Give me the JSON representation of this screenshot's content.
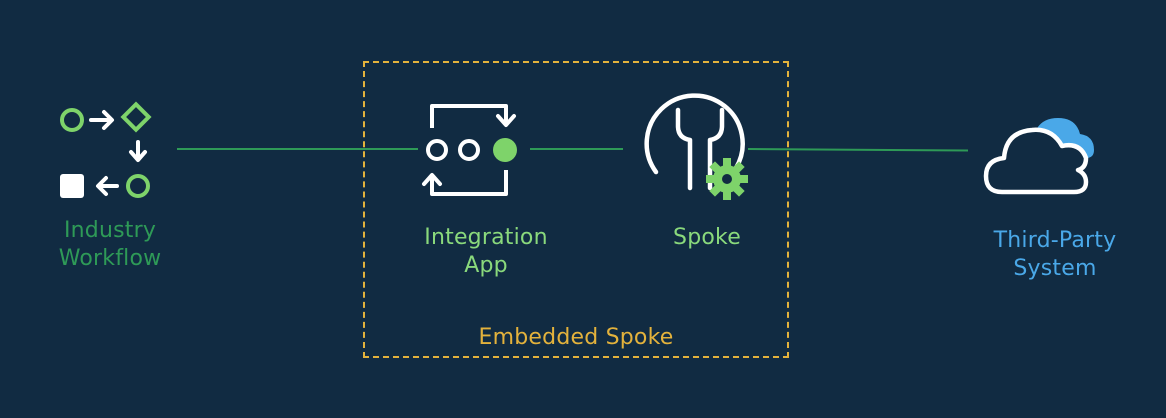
{
  "nodes": {
    "industry_workflow": {
      "line1": "Industry",
      "line2": "Workflow",
      "icon": "workflow-icon"
    },
    "integration_app": {
      "line1": "Integration",
      "line2": "App",
      "icon": "integration-app-icon"
    },
    "spoke": {
      "label": "Spoke",
      "icon": "wrench-gear-icon"
    },
    "third_party": {
      "line1": "Third-Party",
      "line2": "System",
      "icon": "cloud-icon"
    }
  },
  "group": {
    "label": "Embedded Spoke"
  },
  "colors": {
    "background": "#112b42",
    "connector": "#2e9a57",
    "workflow_text": "#2e9a57",
    "inner_text": "#8ad97c",
    "accent_green": "#7ed36a",
    "dashed_border": "#e3b23c",
    "third_party_text": "#4aa8e8",
    "cloud_accent": "#4aa8e8"
  }
}
